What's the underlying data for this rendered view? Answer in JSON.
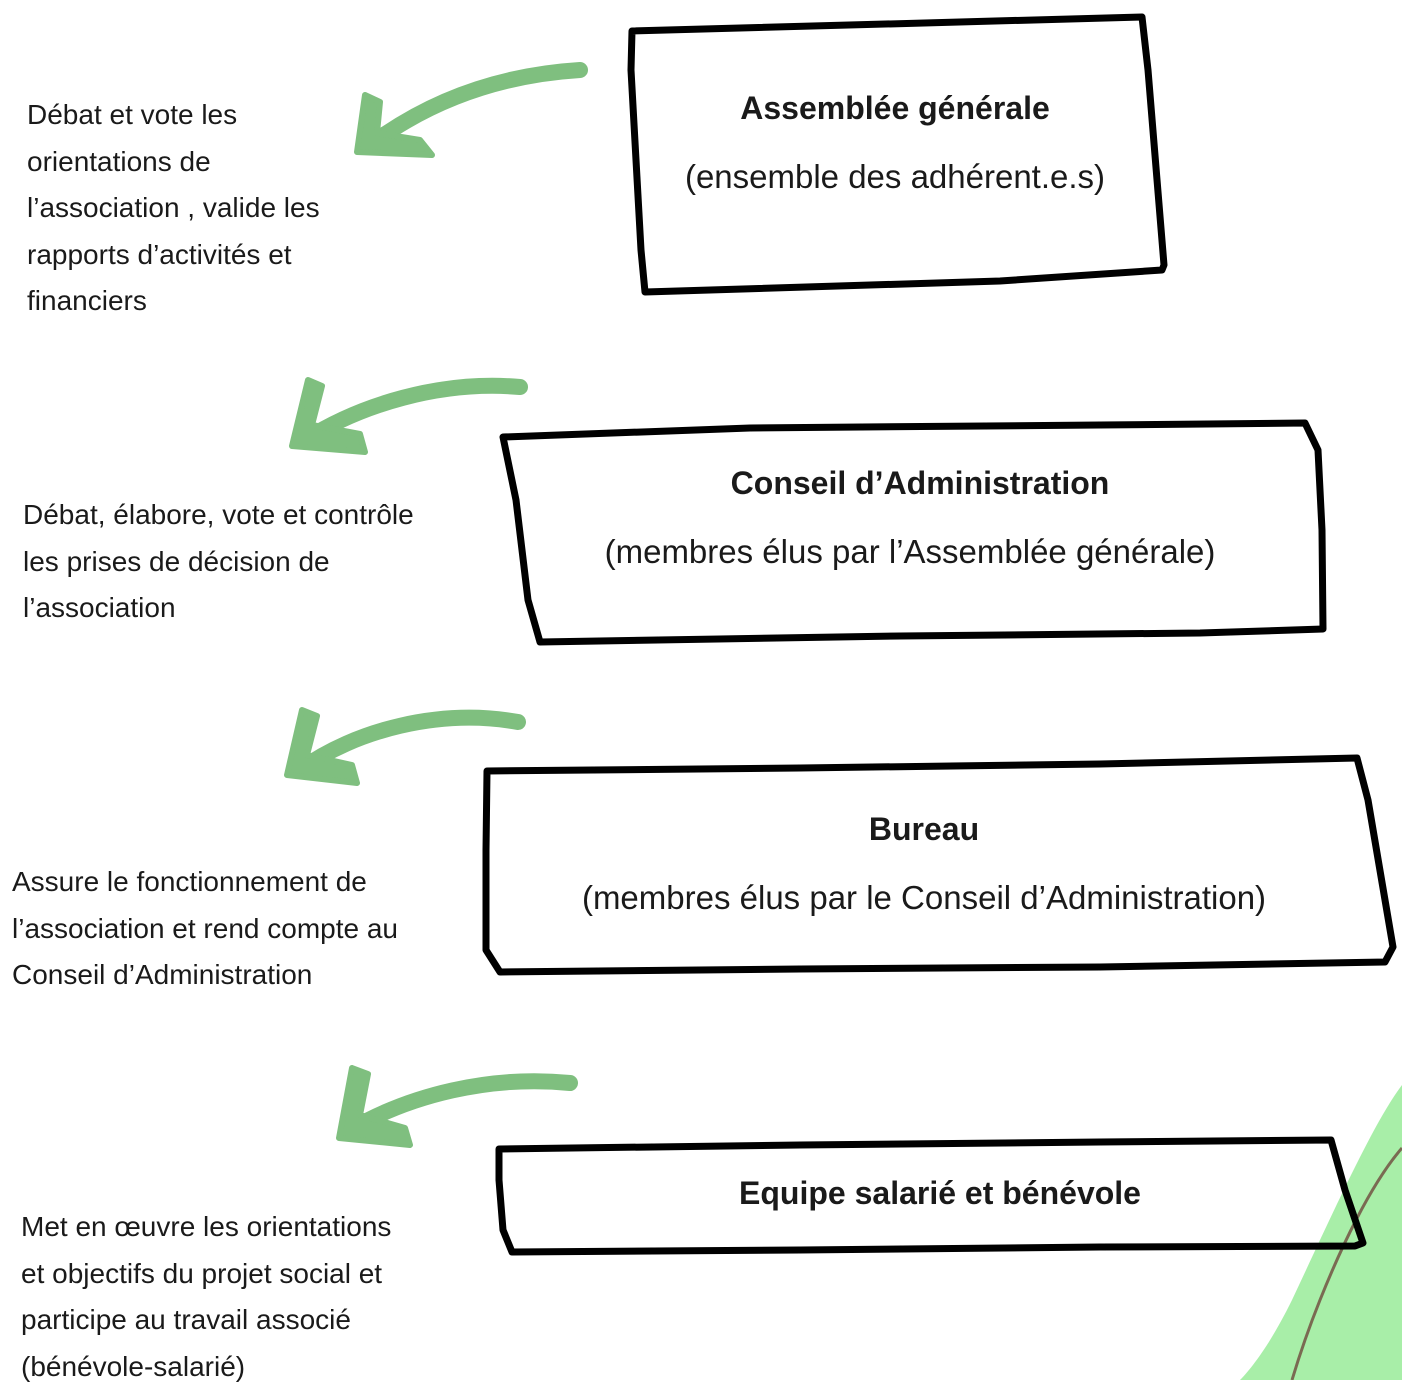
{
  "colors": {
    "arrow": "#7fbf7f",
    "border": "#000000",
    "text": "#1a1a1a",
    "corner_fill": "#a8eea8",
    "corner_line": "#7a6a52"
  },
  "levels": [
    {
      "title": "Assemblée générale",
      "subtitle": "(ensemble des adhérent.e.s)",
      "description": "Débat et vote les\norientations de\nl’association , valide les\nrapports d’activités et\nfinanciers"
    },
    {
      "title": "Conseil d’Administration",
      "subtitle": "(membres élus par l’Assemblée générale)",
      "description": "Débat, élabore, vote et contrôle\nles prises de décision de\nl’association"
    },
    {
      "title": "Bureau",
      "subtitle": "(membres élus par le Conseil d’Administration)",
      "description": "Assure le fonctionnement de\nl’association et rend compte au\nConseil d’Administration"
    },
    {
      "title": "Equipe salarié et bénévole",
      "subtitle": "",
      "description": "Met en œuvre les orientations\net objectifs du projet social et\nparticipe au travail associé\n(bénévole-salarié)"
    }
  ]
}
